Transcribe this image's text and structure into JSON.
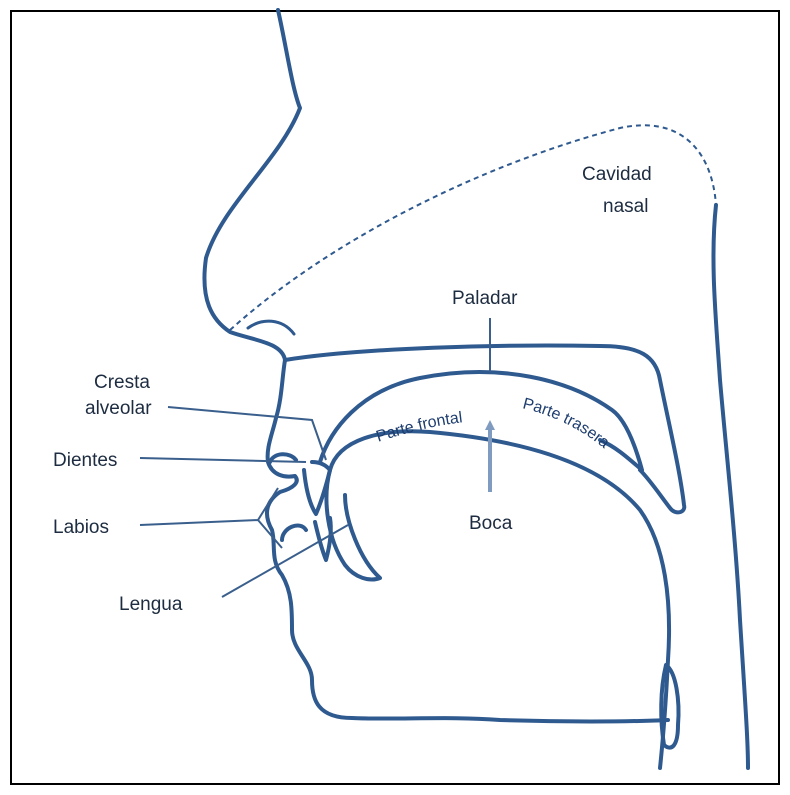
{
  "diagram": {
    "labels": {
      "nasal_cavity_line1": "Cavidad",
      "nasal_cavity_line2": "nasal",
      "palate": "Paladar",
      "alveolar_ridge_line1": "Cresta",
      "alveolar_ridge_line2": "alveolar",
      "teeth": "Dientes",
      "lips": "Labios",
      "tongue": "Lengua",
      "front_part": "Parte frontal",
      "back_part": "Parte trasera",
      "mouth": "Boca"
    },
    "colors": {
      "outline": "#2f5a8f",
      "label_text": "#1d2c40",
      "arrow": "#7f9bbf",
      "frame": "#000000"
    }
  }
}
